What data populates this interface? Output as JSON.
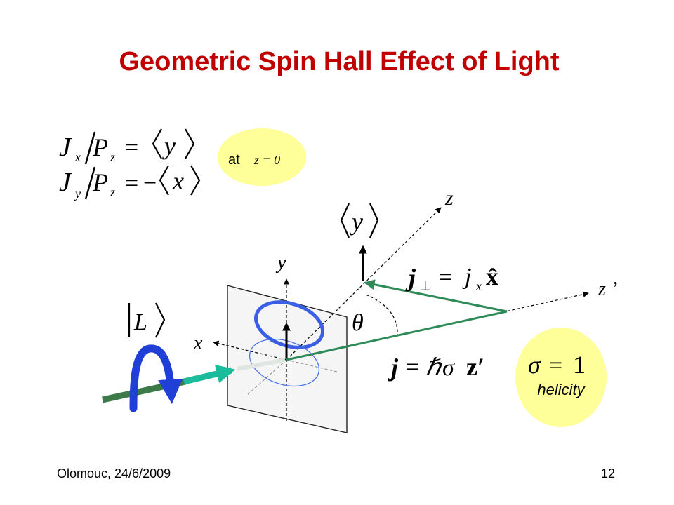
{
  "slide": {
    "title": "Geometric Spin Hall Effect of Light",
    "footer_left": "Olomouc, 24/6/2009",
    "page_number": "12",
    "colors": {
      "title": "#c00000",
      "arrow_green": "#2e8b57",
      "beam_green": "#1abc9c",
      "beam_dark": "#3c7a4a",
      "blue_loop": "#1f3fd6",
      "ellipse_thick": "#3a5fe5",
      "ellipse_thin": "#4a76e8",
      "bubble": "#ffff99",
      "screen": "#f4f4f4"
    }
  },
  "equations": {
    "eq1": {
      "J": "J",
      "sub": "x",
      "slash": "/",
      "P": "P",
      "Psub": "z",
      "eq": "=",
      "rhs": "y"
    },
    "eq2": {
      "J": "J",
      "sub": "y",
      "slash": "/",
      "P": "P",
      "Psub": "z",
      "eq": "=",
      "minus": "−",
      "rhs": "x"
    }
  },
  "bubble_at": {
    "label": "at",
    "cond": "z = 0"
  },
  "bubble_helicity": {
    "sigma": "σ",
    "eq": "=",
    "one": "1",
    "label": "helicity"
  },
  "diagram": {
    "axis_x": "x",
    "axis_y": "y",
    "axis_z": "z",
    "axis_zp": "z ’",
    "theta": "θ",
    "ket_L": "L",
    "ket_y": "y",
    "jperp": {
      "j": "j",
      "sub": "⊥",
      "eq": "=",
      "jx": "j",
      "jx_sub": "x",
      "xhat": "x̂"
    },
    "jeq": {
      "j": "j",
      "eq": "=",
      "hbar": "ℏ",
      "sigma": "σ",
      "z": "z′"
    }
  }
}
